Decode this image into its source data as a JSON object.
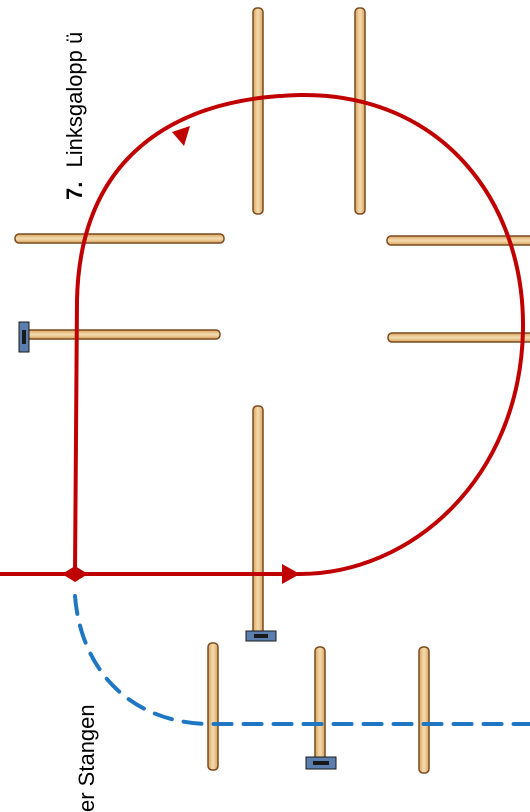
{
  "labels": {
    "exercise_number": "7.",
    "exercise_title": "Linksgalopp ü",
    "bottom_caption": "er Stangen"
  },
  "colors": {
    "route_red": "#c00000",
    "route_blue": "#1f77c4",
    "pole_light": "#f2d7a7",
    "pole_dark": "#d9a45e",
    "pole_outline": "#7a4a1e",
    "block_fill": "#5a7fae",
    "block_outline": "#1a1a1a"
  }
}
